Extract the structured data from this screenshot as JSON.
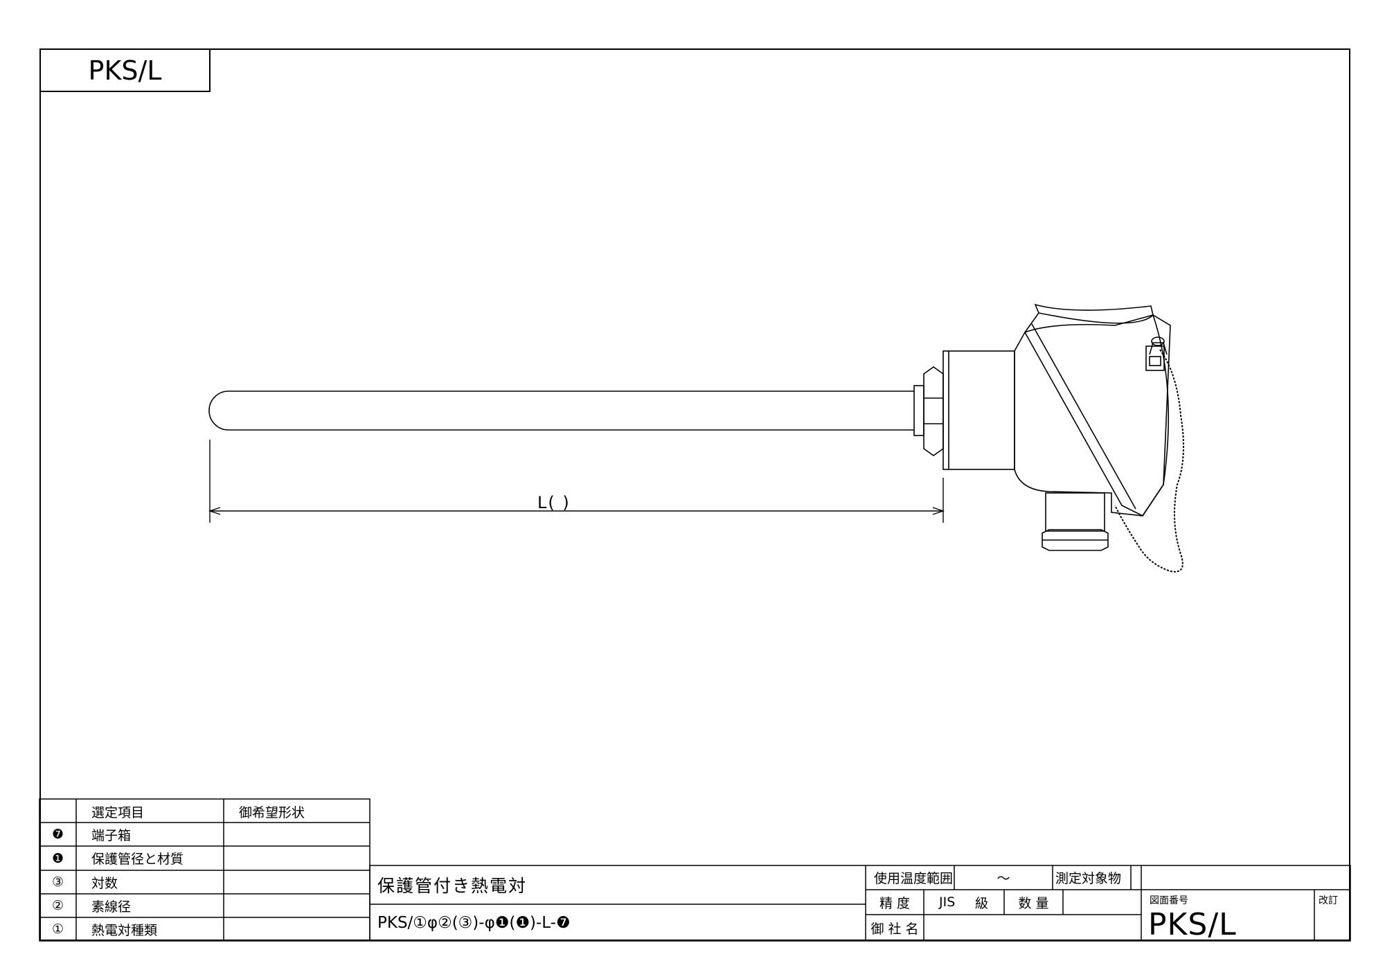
{
  "corner_tag": "PKS/L",
  "dimension_label": "L(    )",
  "selection_table": {
    "headers": [
      "選定項目",
      "御希望形状"
    ],
    "rows": [
      {
        "mark": "❼",
        "item": "端子箱",
        "value": ""
      },
      {
        "mark": "❶",
        "item": "保護管径と材質",
        "value": ""
      },
      {
        "mark": "③",
        "item": "対数",
        "value": ""
      },
      {
        "mark": "②",
        "item": "素線径",
        "value": ""
      },
      {
        "mark": "①",
        "item": "熱電対種類",
        "value": ""
      }
    ]
  },
  "title_block": {
    "product_name": "保護管付き熱電対",
    "model_code": "PKS/①φ②(③)-φ❶(❶)-L-❼",
    "temp_range_label": "使用温度範囲",
    "temp_range_value": "〜",
    "measured_object_label": "測定対象物",
    "accuracy_label": "精 度",
    "accuracy_std": "JIS",
    "grade_label": "級",
    "quantity_label": "数 量",
    "customer_label": "御 社 名",
    "drawing_number_label": "図面番号",
    "drawing_number": "PKS/L",
    "revision_label": "改訂"
  }
}
